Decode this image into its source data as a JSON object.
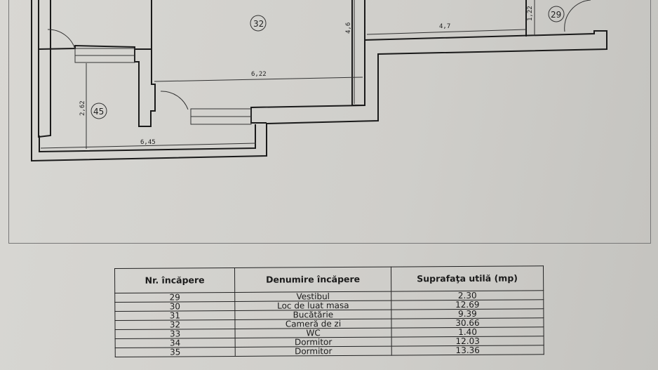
{
  "plan": {
    "rooms": [
      "32",
      "29",
      "45"
    ],
    "dims": [
      "4,6",
      "4,7",
      "1,22",
      "6,22",
      "2,62",
      "6,45"
    ]
  },
  "table": {
    "headers": [
      "Nr. încăpere",
      "Denumire încăpere",
      "Suprafaţa utilă (mp)"
    ],
    "rows": [
      {
        "nr": "29",
        "name": "Vestibul",
        "area": "2.30"
      },
      {
        "nr": "30",
        "name": "Loc de luat masa",
        "area": "12.69"
      },
      {
        "nr": "31",
        "name": "Bucătărie",
        "area": "9.39"
      },
      {
        "nr": "32",
        "name": "Cameră de zi",
        "area": "30.66"
      },
      {
        "nr": "33",
        "name": "WC",
        "area": "1.40"
      },
      {
        "nr": "34",
        "name": "Dormitor",
        "area": "12.03"
      },
      {
        "nr": "35",
        "name": "Dormitor",
        "area": "13.36"
      }
    ]
  }
}
